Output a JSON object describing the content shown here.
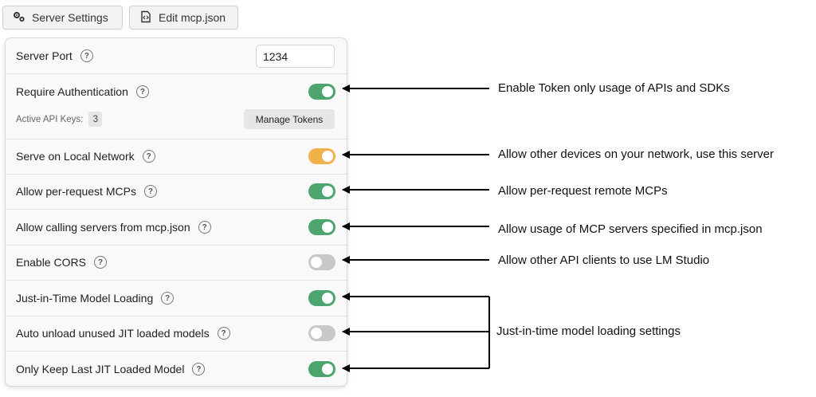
{
  "toolbar": {
    "server_settings_label": "Server Settings",
    "edit_label": "Edit mcp.json"
  },
  "panel": {
    "server_port": {
      "label": "Server Port",
      "value": "1234"
    },
    "require_auth": {
      "label": "Require Authentication",
      "state": "on",
      "color": "#4ca56f"
    },
    "api_keys": {
      "label": "Active API Keys:",
      "count": "3",
      "manage_label": "Manage Tokens"
    },
    "rows": [
      {
        "label": "Serve on Local Network",
        "state": "on",
        "color": "#f0b04a"
      },
      {
        "label": "Allow per-request MCPs",
        "state": "on",
        "color": "#4ca56f"
      },
      {
        "label": "Allow calling servers from mcp.json",
        "state": "on",
        "color": "#4ca56f"
      },
      {
        "label": "Enable CORS",
        "state": "off",
        "color": "#c8c8c8"
      },
      {
        "label": "Just-in-Time Model Loading",
        "state": "on",
        "color": "#4ca56f"
      },
      {
        "label": "Auto unload unused JIT loaded models",
        "state": "off",
        "color": "#c8c8c8"
      },
      {
        "label": "Only Keep Last JIT Loaded Model",
        "state": "on",
        "color": "#4ca56f"
      }
    ]
  },
  "annotations": {
    "require_auth": "Enable Token only usage of APIs and SDKs",
    "local_network": "Allow other devices on your network, use this server",
    "per_request": "Allow per-request remote MCPs",
    "mcp_json": "Allow usage of MCP servers specified in mcp.json",
    "cors": "Allow other API clients to use LM Studio",
    "jit": "Just-in-time model loading settings"
  }
}
